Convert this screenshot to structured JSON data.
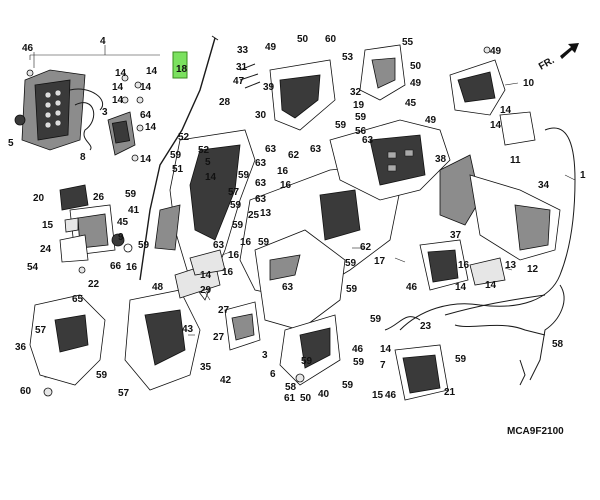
{
  "diagram": {
    "drawing_code": "MCA9F2100",
    "direction_label": "FR.",
    "highlighted_part": "18",
    "colors": {
      "highlight": "#7be15f",
      "ink": "#1a1a1a",
      "shade_dark": "#3a3a3a",
      "shade_mid": "#8c8c8c"
    },
    "labels": {
      "p1": "1",
      "p3": "3",
      "p4": "4",
      "p5": "5",
      "p6": "6",
      "p7": "7",
      "p8": "8",
      "p9": "9",
      "p10": "10",
      "p11": "11",
      "p12": "12",
      "p13": "13",
      "p14": "14",
      "p15": "15",
      "p16": "16",
      "p17": "17",
      "p18": "18",
      "p19": "19",
      "p20": "20",
      "p21": "21",
      "p22": "22",
      "p23": "23",
      "p24": "24",
      "p25": "25",
      "p26": "26",
      "p27": "27",
      "p28": "28",
      "p29": "29",
      "p30": "30",
      "p31": "31",
      "p32": "32",
      "p33": "33",
      "p34": "34",
      "p35": "35",
      "p36": "36",
      "p37": "37",
      "p38": "38",
      "p39": "39",
      "p40": "40",
      "p41": "41",
      "p42": "42",
      "p43": "43",
      "p45": "45",
      "p46": "46",
      "p47": "47",
      "p48": "48",
      "p49": "49",
      "p50": "50",
      "p51": "51",
      "p52": "52",
      "p53": "53",
      "p54": "54",
      "p55": "55",
      "p56": "56",
      "p57": "57",
      "p58": "58",
      "p59": "59",
      "p60": "60",
      "p61": "61",
      "p62": "62",
      "p63": "63",
      "p64": "64",
      "p65": "65",
      "p66": "66"
    }
  }
}
